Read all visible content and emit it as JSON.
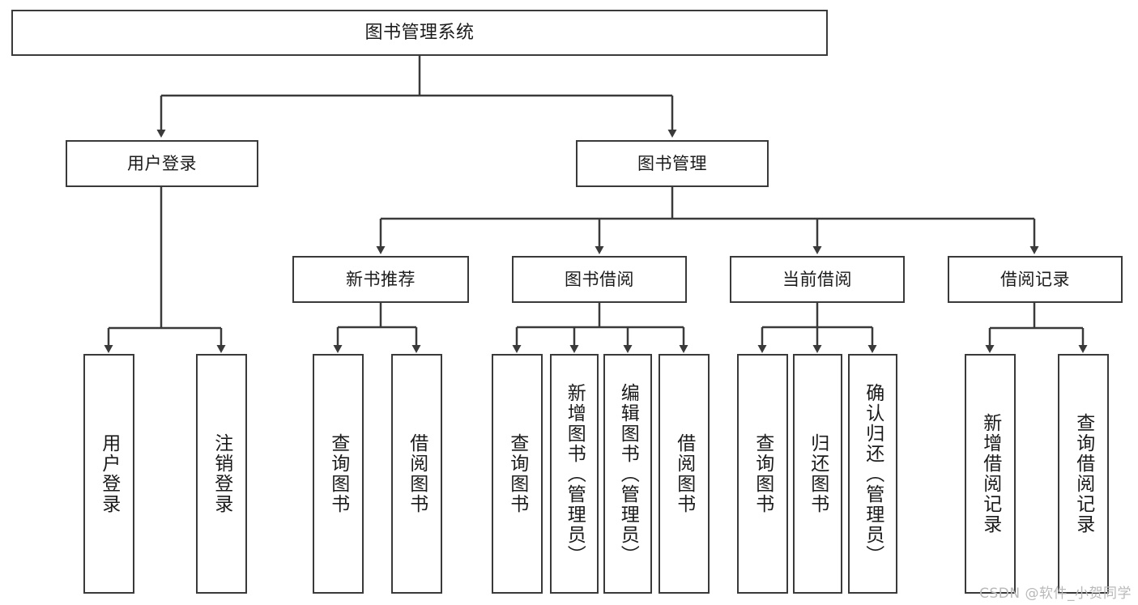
{
  "diagram": {
    "type": "tree",
    "title": "图书管理系统",
    "orientation": "top-down",
    "line_color": "#3a3a3a",
    "box_fill": "#ffffff",
    "text_color": "#1b1b1b",
    "watermark": "CSDN @软件_小贺同学",
    "nodes": {
      "root": {
        "label": "图书管理系统"
      },
      "level2": [
        {
          "id": "user-login",
          "label": "用户登录"
        },
        {
          "id": "book-manage",
          "label": "图书管理"
        }
      ],
      "level3": [
        {
          "id": "new-book-recommend",
          "label": "新书推荐"
        },
        {
          "id": "book-borrow",
          "label": "图书借阅"
        },
        {
          "id": "current-borrow",
          "label": "当前借阅"
        },
        {
          "id": "borrow-record",
          "label": "借阅记录"
        }
      ],
      "leaves": {
        "user_login": [
          {
            "id": "leaf-user-login",
            "label": "用户登录"
          },
          {
            "id": "leaf-logout",
            "label": "注销登录"
          }
        ],
        "new_book_recommend": [
          {
            "id": "leaf-query-book-1",
            "label": "查询图书"
          },
          {
            "id": "leaf-borrow-book-1",
            "label": "借阅图书"
          }
        ],
        "book_borrow": [
          {
            "id": "leaf-query-book-2",
            "label": "查询图书"
          },
          {
            "id": "leaf-add-book",
            "label": "新增图书（管理员）"
          },
          {
            "id": "leaf-edit-book",
            "label": "编辑图书（管理员）"
          },
          {
            "id": "leaf-borrow-book-2",
            "label": "借阅图书"
          }
        ],
        "current_borrow": [
          {
            "id": "leaf-query-book-3",
            "label": "查询图书"
          },
          {
            "id": "leaf-return-book",
            "label": "归还图书"
          },
          {
            "id": "leaf-confirm-return",
            "label": "确认归还（管理员）"
          }
        ],
        "borrow_record": [
          {
            "id": "leaf-add-record",
            "label": "新增借阅记录"
          },
          {
            "id": "leaf-query-record",
            "label": "查询借阅记录"
          }
        ]
      }
    }
  }
}
